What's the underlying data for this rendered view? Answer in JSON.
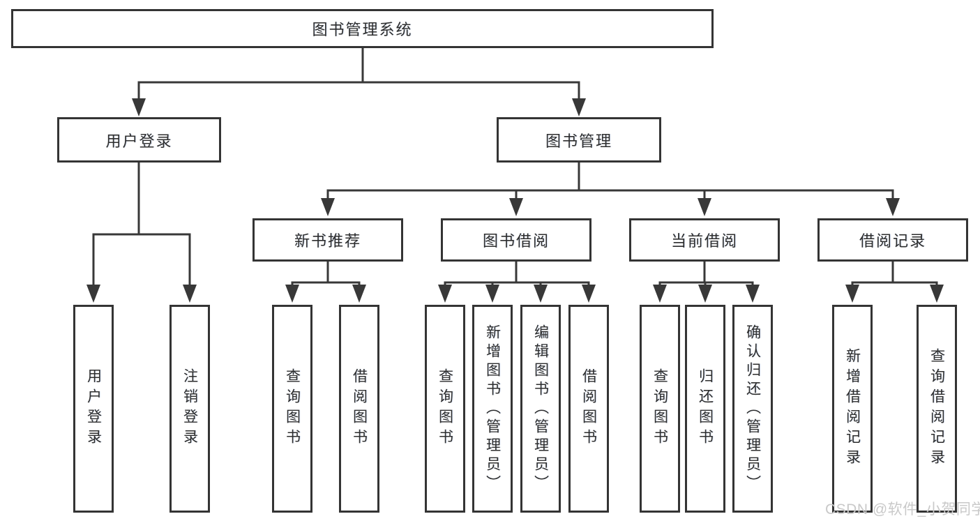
{
  "tree": {
    "label": "图书管理系统",
    "children": [
      {
        "label": "用户登录",
        "children": [
          {
            "label": "用户登录"
          },
          {
            "label": "注销登录"
          }
        ]
      },
      {
        "label": "图书管理",
        "children": [
          {
            "label": "新书推荐",
            "children": [
              {
                "label": "查询图书"
              },
              {
                "label": "借阅图书"
              }
            ]
          },
          {
            "label": "图书借阅",
            "children": [
              {
                "label": "查询图书"
              },
              {
                "label": "新增图书（管理员）"
              },
              {
                "label": "编辑图书（管理员）"
              },
              {
                "label": "借阅图书"
              }
            ]
          },
          {
            "label": "当前借阅",
            "children": [
              {
                "label": "查询图书"
              },
              {
                "label": "归还图书"
              },
              {
                "label": "确认归还（管理员）"
              }
            ]
          },
          {
            "label": "借阅记录",
            "children": [
              {
                "label": "新增借阅记录"
              },
              {
                "label": "查询借阅记录"
              }
            ]
          }
        ]
      }
    ]
  },
  "watermark": {
    "text": "CSDN @软件_小贺同学"
  },
  "colors": {
    "line": "#383838",
    "box_border": "#343434",
    "text": "#2e2e2e",
    "watermark": "#c9c9c9",
    "background": "#ffffff"
  }
}
